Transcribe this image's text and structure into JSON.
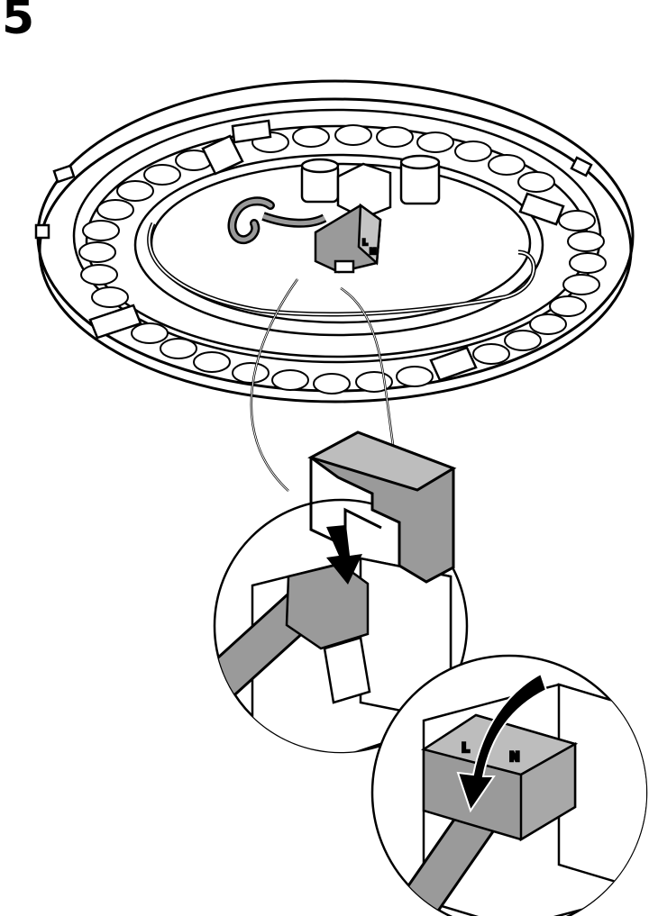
{
  "step": {
    "number": "5"
  },
  "connector": {
    "label_l": "L",
    "label_n": "N"
  },
  "colors": {
    "ink": "#000000",
    "connector_grey": "#9a9a9a",
    "background": "#ffffff"
  },
  "icons": [
    "down-arrow-icon",
    "curved-arrow-icon"
  ]
}
